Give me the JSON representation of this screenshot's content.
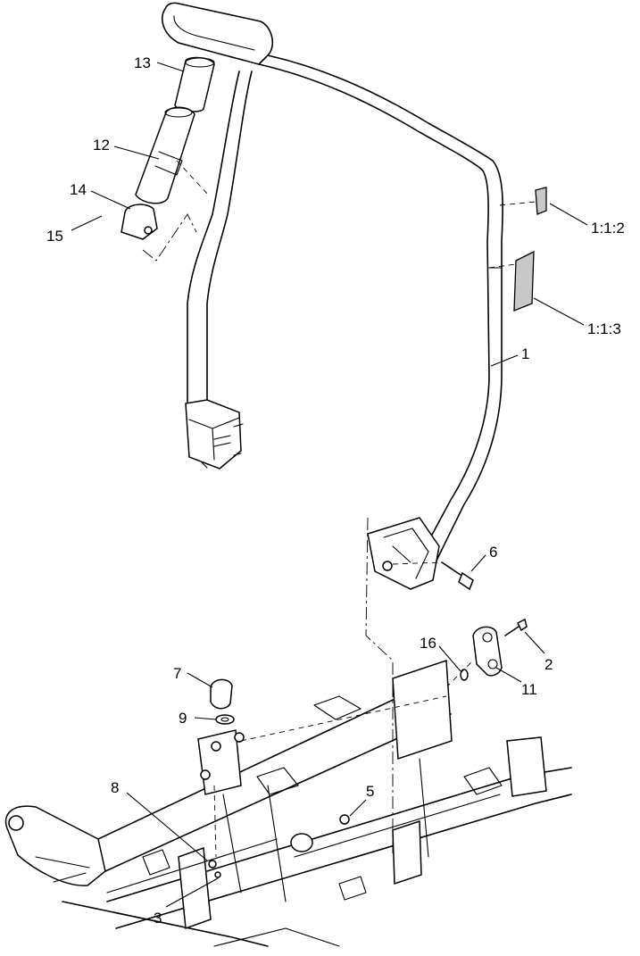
{
  "callouts": [
    {
      "id": "c13",
      "label": "13"
    },
    {
      "id": "c12",
      "label": "12"
    },
    {
      "id": "c14",
      "label": "14"
    },
    {
      "id": "c15",
      "label": "15"
    },
    {
      "id": "c112",
      "label": "1:1:2"
    },
    {
      "id": "c113",
      "label": "1:1:3"
    },
    {
      "id": "c1",
      "label": "1"
    },
    {
      "id": "c6",
      "label": "6"
    },
    {
      "id": "c16",
      "label": "16"
    },
    {
      "id": "c2",
      "label": "2"
    },
    {
      "id": "c11",
      "label": "11"
    },
    {
      "id": "c7",
      "label": "7"
    },
    {
      "id": "c9",
      "label": "9"
    },
    {
      "id": "c8",
      "label": "8"
    },
    {
      "id": "c5",
      "label": "5"
    },
    {
      "id": "c3",
      "label": "3"
    }
  ]
}
